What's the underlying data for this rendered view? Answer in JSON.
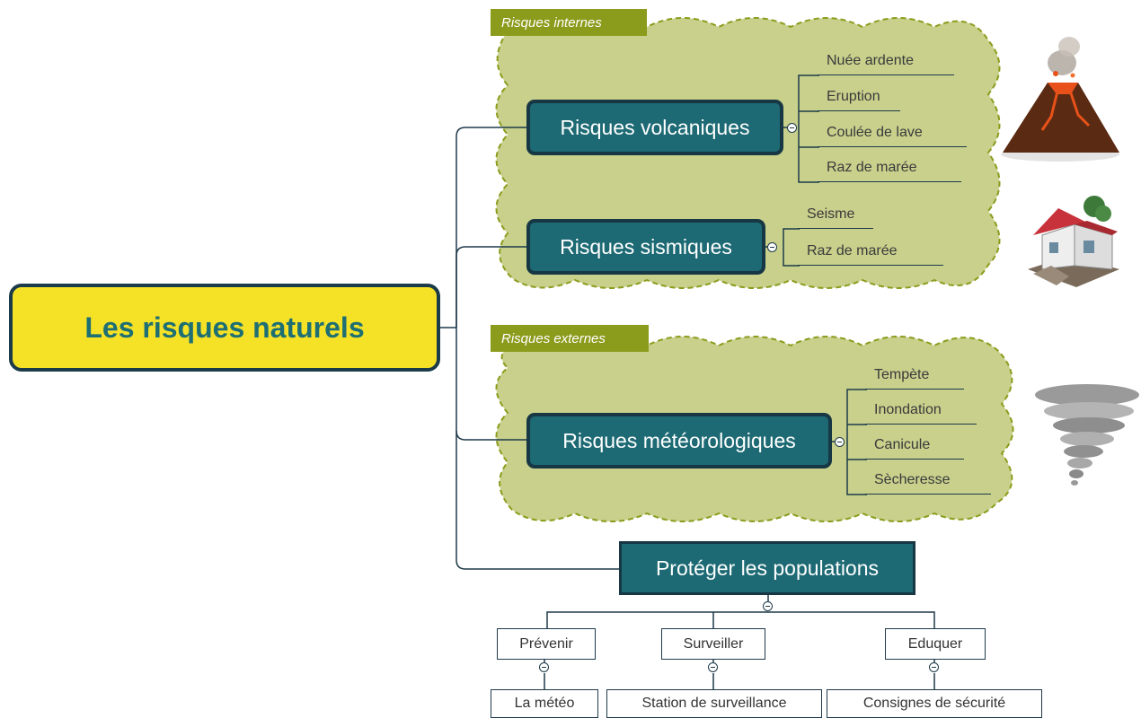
{
  "root": {
    "label": "Les risques naturels"
  },
  "boundaries": {
    "internal": {
      "label": "Risques internes"
    },
    "external": {
      "label": "Risques externes"
    }
  },
  "topics": {
    "volcanic": {
      "label": "Risques volcaniques",
      "subtopics": [
        "Nuée ardente",
        "Eruption",
        "Coulée de lave",
        "Raz de marée"
      ],
      "image": "volcano-illustration"
    },
    "seismic": {
      "label": "Risques sismiques",
      "subtopics": [
        "Seisme",
        "Raz de marée"
      ],
      "image": "earthquake-house-illustration"
    },
    "meteorological": {
      "label": "Risques météorologiques",
      "subtopics": [
        "Tempète",
        "Inondation",
        "Canicule",
        "Sècheresse"
      ],
      "image": "tornado-illustration"
    },
    "protect": {
      "label": "Protéger les populations",
      "children": [
        {
          "label": "Prévenir",
          "child": "La météo"
        },
        {
          "label": "Surveiller",
          "child": "Station de surveillance"
        },
        {
          "label": "Eduquer",
          "child": "Consignes de sécurité"
        }
      ]
    }
  },
  "colors": {
    "root_fill": "#f5e227",
    "topic_fill": "#1d6a74",
    "topic_border": "#163743",
    "boundary_fill": "#c8d08c",
    "boundary_label": "#8b9c1c",
    "line": "#1e3a4a"
  }
}
